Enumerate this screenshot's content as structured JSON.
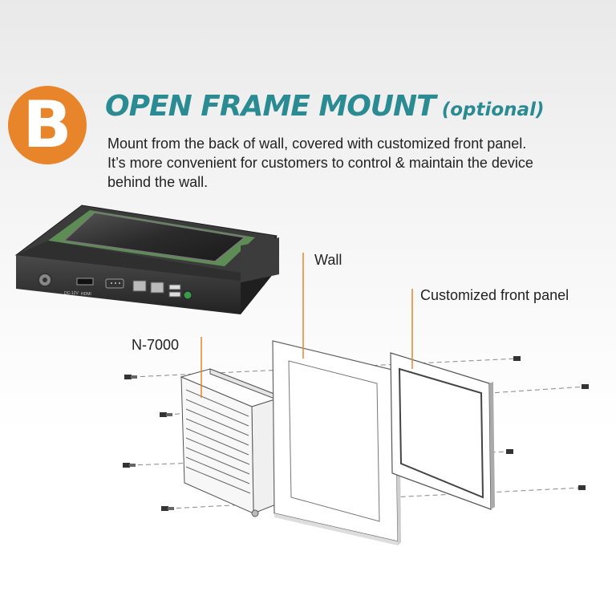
{
  "badge": {
    "letter": "B",
    "color": "#e8852a"
  },
  "heading": {
    "title": "OPEN FRAME MOUNT",
    "subtitle": "(optional)",
    "color": "#2a8b93"
  },
  "description": [
    "Mount from the back of wall, covered with customized front panel.",
    "It’s more convenient for customers to control & maintain the device",
    "behind the wall."
  ],
  "callouts": {
    "wall": "Wall",
    "front_panel": "Customized front panel",
    "device": "N-7000"
  },
  "device_port_labels": {
    "dc": "DC-12V",
    "hdmi": "HDMI"
  },
  "accent_color": "#e8852a"
}
